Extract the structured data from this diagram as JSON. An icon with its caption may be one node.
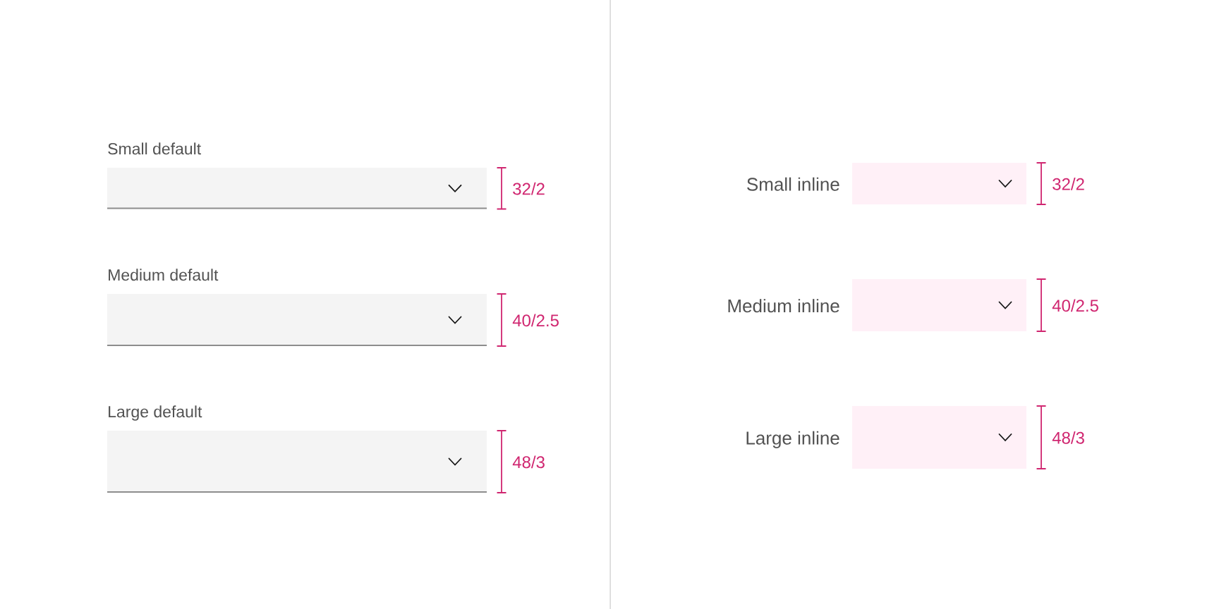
{
  "diagram": {
    "labels": [
      "Small default",
      "32/2",
      "Medium default",
      "40/2.5",
      "Large default",
      "48/3",
      "Small inline",
      "32/2",
      "Medium inline",
      "40/2.5",
      "Large inline",
      "48/3"
    ]
  }
}
